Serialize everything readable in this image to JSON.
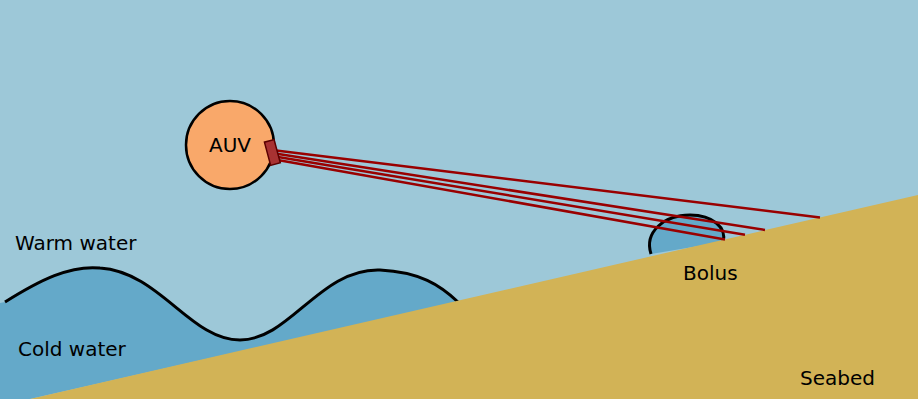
{
  "diagram": {
    "nodes": [
      {
        "text": [
          "AUV"
        ]
      }
    ],
    "labels": [
      "Warm water",
      "Cold water",
      "Bolus",
      "Seabed"
    ]
  }
}
